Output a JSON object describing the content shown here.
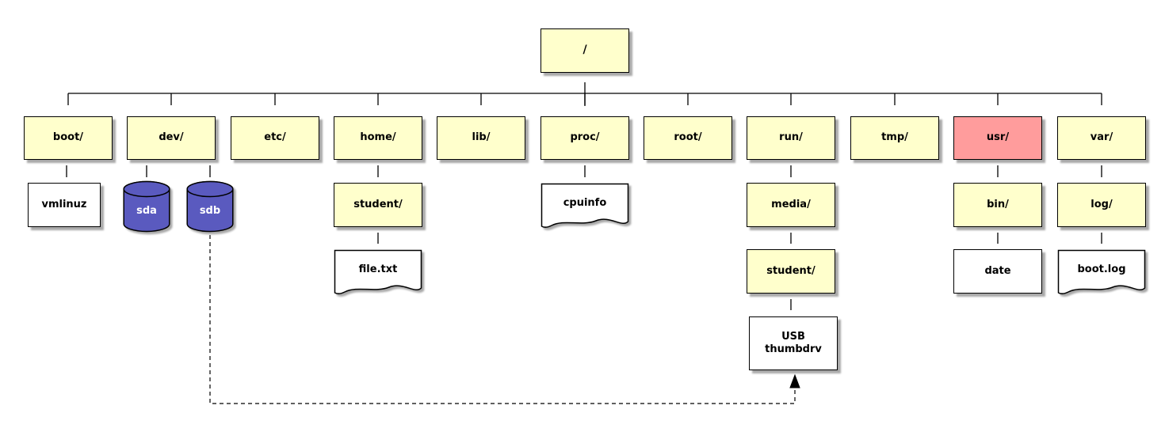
{
  "diagram": {
    "kind": "filesystem-tree",
    "palette": {
      "directory_fill": "#ffffcc",
      "highlight_fill": "#ff9c9c",
      "disk_fill": "#5a5abf",
      "disk_text": "#ffffff",
      "file_fill": "#ffffff",
      "line_color": "#000000",
      "shadow_color": "#a9a9a9"
    }
  },
  "nodes": {
    "slash_root": {
      "label": "/",
      "type": "directory"
    },
    "boot": {
      "label": "boot/",
      "type": "directory"
    },
    "dev": {
      "label": "dev/",
      "type": "directory"
    },
    "etc": {
      "label": "etc/",
      "type": "directory"
    },
    "home": {
      "label": "home/",
      "type": "directory"
    },
    "lib": {
      "label": "lib/",
      "type": "directory"
    },
    "proc": {
      "label": "proc/",
      "type": "directory"
    },
    "rootdir": {
      "label": "root/",
      "type": "directory"
    },
    "run": {
      "label": "run/",
      "type": "directory"
    },
    "tmp": {
      "label": "tmp/",
      "type": "directory"
    },
    "usr": {
      "label": "usr/",
      "type": "directory",
      "highlighted": true
    },
    "var": {
      "label": "var/",
      "type": "directory"
    },
    "vmlinuz": {
      "label": "vmlinuz",
      "type": "file"
    },
    "sda": {
      "label": "sda",
      "type": "disk"
    },
    "sdb": {
      "label": "sdb",
      "type": "disk"
    },
    "home_student": {
      "label": "student/",
      "type": "directory"
    },
    "cpuinfo": {
      "label": "cpuinfo",
      "type": "document"
    },
    "media": {
      "label": "media/",
      "type": "directory"
    },
    "bin": {
      "label": "bin/",
      "type": "directory"
    },
    "log": {
      "label": "log/",
      "type": "directory"
    },
    "file_txt": {
      "label": "file.txt",
      "type": "document"
    },
    "media_student": {
      "label": "student/",
      "type": "directory"
    },
    "date": {
      "label": "date",
      "type": "file"
    },
    "boot_log": {
      "label": "boot.log",
      "type": "document"
    },
    "usb": {
      "label": "USB\nthumbdrv",
      "type": "mounted-device"
    }
  },
  "tree": {
    "slash_root": [
      "boot",
      "dev",
      "etc",
      "home",
      "lib",
      "proc",
      "rootdir",
      "run",
      "tmp",
      "usr",
      "var"
    ],
    "boot": [
      "vmlinuz"
    ],
    "dev": [
      "sda",
      "sdb"
    ],
    "home": [
      "home_student"
    ],
    "home_student": [
      "file_txt"
    ],
    "proc": [
      "cpuinfo"
    ],
    "run": [
      "media"
    ],
    "media": [
      "media_student"
    ],
    "media_student": [
      "usb"
    ],
    "usr": [
      "bin"
    ],
    "bin": [
      "date"
    ],
    "var": [
      "log"
    ],
    "log": [
      "boot_log"
    ]
  },
  "special_link": {
    "from": "sdb",
    "to": "usb",
    "style": "dashed",
    "arrow": "into-usb"
  }
}
